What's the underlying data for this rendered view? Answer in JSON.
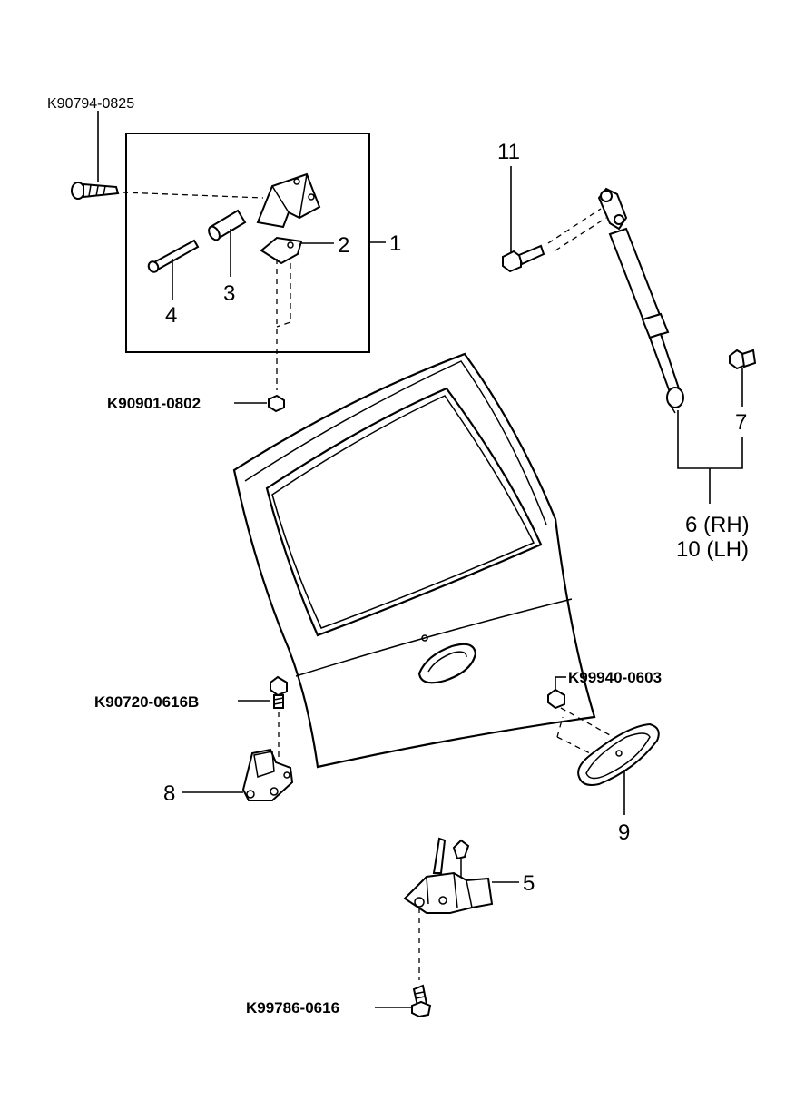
{
  "callouts": {
    "c1": "1",
    "c2": "2",
    "c3": "3",
    "c4": "4",
    "c5": "5",
    "c6": "6 (RH)",
    "c7": "7",
    "c8": "8",
    "c9": "9",
    "c10": "10 (LH)",
    "c11": "11"
  },
  "part_numbers": {
    "screw_hinge_top": "K90794-0825",
    "nut_hinge": "K90901-0802",
    "bolt_hinge_lower": "K90720-0616B",
    "nut_handle": "K99940-0603",
    "bolt_latch": "K99786-0616"
  }
}
